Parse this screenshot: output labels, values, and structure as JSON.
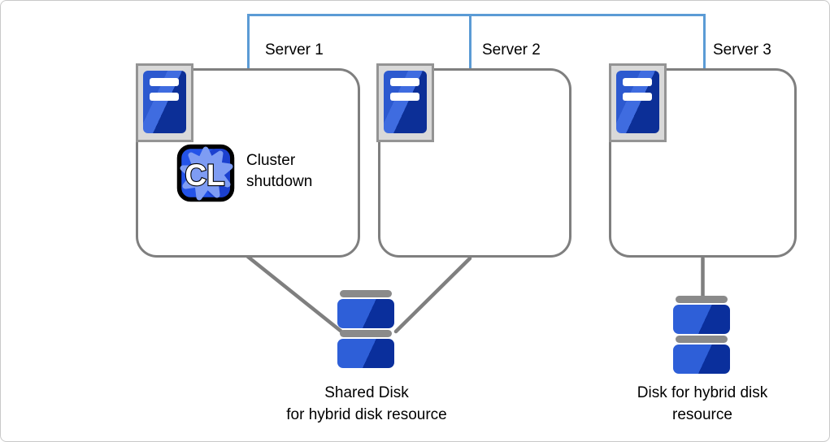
{
  "diagram": {
    "kind": "cluster-architecture",
    "servers": [
      {
        "label": "Server 1"
      },
      {
        "label": "Server 2"
      },
      {
        "label": "Server 3"
      }
    ],
    "annotation": {
      "label": "Cluster shutdown",
      "icon": "expresscluster-cl-icon",
      "icon_text": "CL"
    },
    "disks": [
      {
        "label": "Shared Disk\nfor hybrid disk resource",
        "icon": "disk-stack-icon"
      },
      {
        "label": "Disk for hybrid disk\nresource",
        "icon": "disk-stack-icon"
      }
    ],
    "colors": {
      "connector_blue": "#5b9bd5",
      "outline_gray": "#7f7f7f",
      "server_chip_fill": "#d9d9d9",
      "server_chip_border": "#949494",
      "blue_light": "#2e5fd8",
      "blue_dark": "#0a2f9c",
      "disk_cap_gray": "#8a8a8a",
      "cl_fill": "#2353e8",
      "cl_fill_dark": "#1b40cf",
      "cl_splat": "#7e9cf3"
    }
  }
}
